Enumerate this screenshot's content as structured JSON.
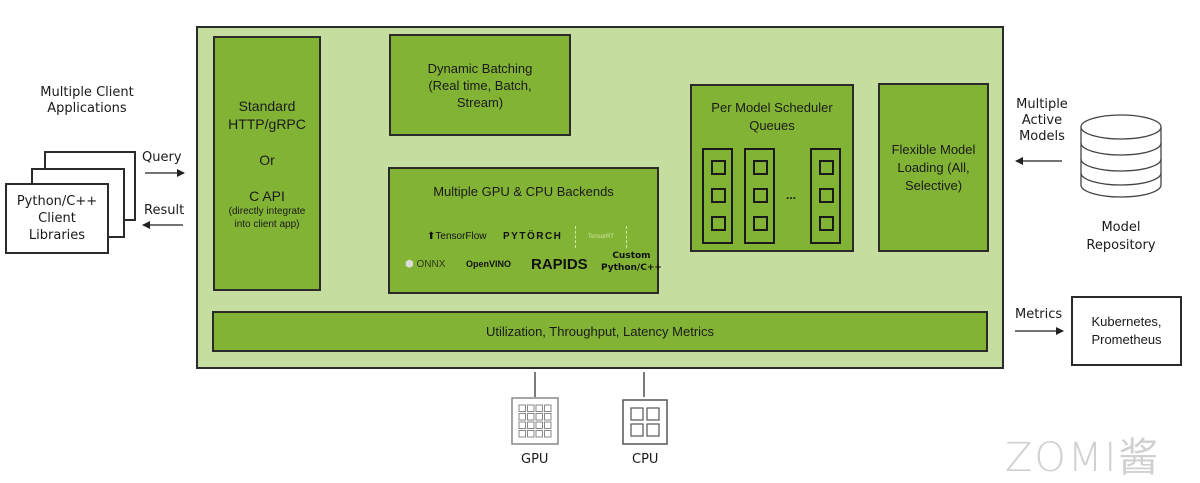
{
  "client": {
    "heading": [
      "Multiple Client",
      "Applications"
    ],
    "library_label": [
      "Python/C++",
      "Client",
      "Libraries"
    ],
    "query_label": "Query",
    "result_label": "Result"
  },
  "server": {
    "api_box": {
      "lines": [
        "Standard",
        "HTTP/gRPC",
        "",
        "Or",
        "",
        "C API"
      ],
      "note": [
        "(directly integrate",
        "into client app)"
      ]
    },
    "dynamic_batching": [
      "Dynamic Batching",
      "(Real time, Batch,",
      "Stream)"
    ],
    "backends": {
      "title": "Multiple GPU & CPU Backends",
      "logos": [
        "TensorFlow",
        "PYTÖRCH",
        "TensorRT",
        "ONNX",
        "OpenVINO",
        "RAPIDS"
      ],
      "custom": [
        "Custom",
        "Python/C++"
      ]
    },
    "scheduler": {
      "title": [
        "Per Model Scheduler",
        "Queues"
      ],
      "ellipsis": "..."
    },
    "model_loading": [
      "Flexible Model",
      "Loading (All,",
      "Selective)"
    ],
    "metrics_bar": "Utilization, Throughput, Latency Metrics"
  },
  "repository": {
    "active_models_label": [
      "Multiple",
      "Active",
      "Models"
    ],
    "label": [
      "Model",
      "Repository"
    ]
  },
  "metrics": {
    "arrow_label": "Metrics",
    "target": [
      "Kubernetes,",
      "Prometheus"
    ]
  },
  "hardware": {
    "gpu_label": "GPU",
    "cpu_label": "CPU"
  },
  "watermark": "ZOMI酱",
  "colors": {
    "outer_fill": "#c5dd9e",
    "box_fill": "#83b335",
    "border": "#2b2b2b"
  }
}
